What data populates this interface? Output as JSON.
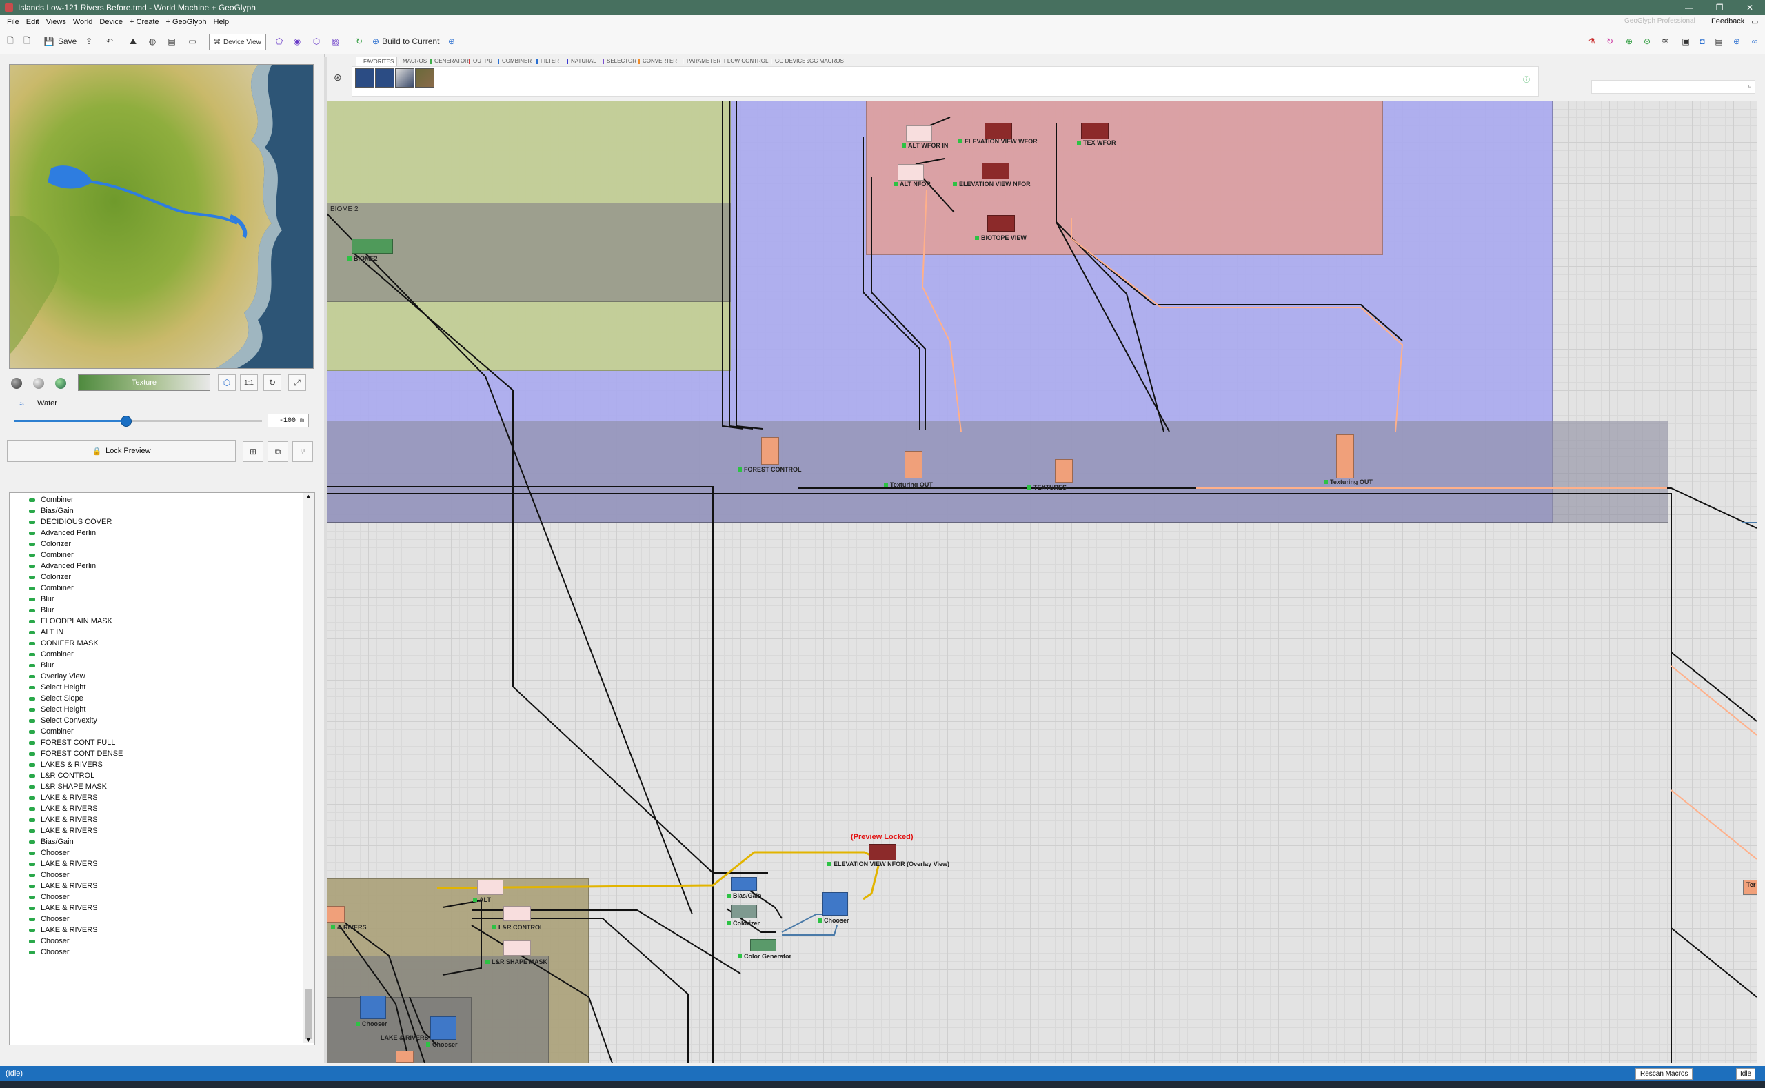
{
  "window": {
    "title": "Islands Low-121 Rivers Before.tmd - World Machine + GeoGlyph",
    "minimize": "—",
    "maximize": "❐",
    "close": "✕"
  },
  "menu": {
    "items": [
      "File",
      "Edit",
      "Views",
      "World",
      "Device",
      "+ Create",
      "+ GeoGlyph",
      "Help"
    ],
    "right_brand": "GeoGlyph Professional",
    "feedback": "Feedback"
  },
  "toolbar": {
    "save_label": "Save",
    "device_view_label": "Device View",
    "build_label": "Build to Current"
  },
  "preview": {
    "texture_label": "Texture",
    "one_to_one": "1:1",
    "water_label": "Water",
    "water_value_text": "-100 m",
    "water_level_fraction": 0.45,
    "lock_preview_label": "Lock Preview"
  },
  "device_list": [
    "Combiner",
    "Bias/Gain",
    "DECIDIOUS COVER",
    "Advanced Perlin",
    "Colorizer",
    "Combiner",
    "Advanced Perlin",
    "Colorizer",
    "Combiner",
    "Blur",
    "Blur",
    "FLOODPLAIN MASK",
    "ALT IN",
    "CONIFER MASK",
    "Combiner",
    "Blur",
    "Overlay View",
    "Select Height",
    "Select Slope",
    "Select Height",
    "Select Convexity",
    "Combiner",
    "FOREST CONT FULL",
    "FOREST CONT DENSE",
    "LAKES & RIVERS",
    "L&R CONTROL",
    "L&R SHAPE MASK",
    "LAKE & RIVERS",
    "LAKE & RIVERS",
    "LAKE & RIVERS",
    "LAKE & RIVERS",
    "Bias/Gain",
    "Chooser",
    "LAKE & RIVERS",
    "Chooser",
    "LAKE & RIVERS",
    "Chooser",
    "LAKE & RIVERS",
    "Chooser",
    "LAKE & RIVERS",
    "Chooser",
    "Chooser"
  ],
  "tabs": [
    {
      "label": "FAVORITES",
      "color": "#ffffff"
    },
    {
      "label": "MACROS",
      "color": "#f7f7f7"
    },
    {
      "label": "GENERATOR",
      "color": "#3fae49"
    },
    {
      "label": "OUTPUT",
      "color": "#d63a3a"
    },
    {
      "label": "COMBINER",
      "color": "#2a6fd1"
    },
    {
      "label": "FILTER",
      "color": "#2a6fd1"
    },
    {
      "label": "NATURAL",
      "color": "#3a3ad1"
    },
    {
      "label": "SELECTOR",
      "color": "#7b4fd1"
    },
    {
      "label": "CONVERTER",
      "color": "#f08c2a"
    },
    {
      "label": "PARAMETER",
      "color": "#f7f7f7"
    },
    {
      "label": "FLOW CONTROL",
      "color": "#f7f7f7"
    },
    {
      "label": "GG DEVICES",
      "color": "#f7f7f7"
    },
    {
      "label": "GG MACROS",
      "color": "#f7f7f7"
    }
  ],
  "groups": {
    "biome2": "BIOME 2"
  },
  "nodes": {
    "alt_wfor_in": "ALT WFOR IN",
    "elev_view_wfor": "ELEVATION VIEW WFOR",
    "tex_wfor": "TEX WFOR",
    "alt_nfor": "ALT NFOR",
    "elev_view_nfor": "ELEVATION VIEW NFOR",
    "biotope_view": "BIOTOPE VIEW",
    "biome2": "BIOME2",
    "forest_control": "FOREST CONTROL",
    "texturing_out_1": "Texturing OUT",
    "tex_textures": "TEXTURES",
    "texturing_out_2": "Texturing OUT",
    "preview_locked": "(Preview Locked)",
    "elev_view_overlay": "ELEVATION VIEW NFOR (Overlay View)",
    "bias_gain": "Bias/Gain",
    "colorizer": "Colorizer",
    "chooser": "Chooser",
    "color_generator": "Color Generator",
    "alt": "ALT",
    "lr_rivers": "& RIVERS",
    "lr_control": "L&R CONTROL",
    "lr_shape_mask": "L&R SHAPE MASK",
    "chooser_2": "Chooser",
    "chooser_3": "Chooser",
    "lake_rivers": "LAKE & RIVERS",
    "edge_label": "Ter"
  },
  "status": {
    "left": "(Idle)",
    "rescan_label": "Rescan Macros",
    "right": "Idle"
  }
}
